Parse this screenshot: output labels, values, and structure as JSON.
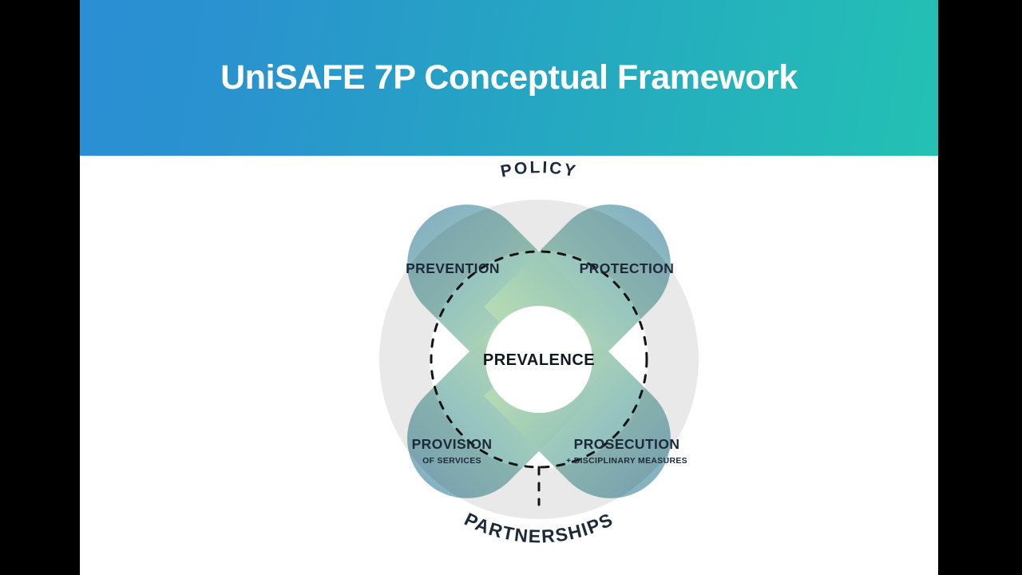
{
  "slide": {
    "background_color": "#000000",
    "content_background": "#ffffff"
  },
  "header": {
    "title": "UniSAFE 7P Conceptual Framework",
    "gradient_start": "#2b8fd4",
    "gradient_end": "#24c1b3",
    "text_color": "#ffffff"
  },
  "diagram": {
    "name": "UniSAFE 7P Conceptual Framework diagram",
    "type": "four-petal radial framework",
    "ring_color": "#e9e9e9",
    "petal_outer_color": "#7ba9c0",
    "petal_inner_color": "#b4d9b1",
    "petal_overlap_color": "#6f9cc0",
    "label_color": "#1b2a3a",
    "dashed_stroke_color": "#111111",
    "center": {
      "label": "PREVALENCE",
      "circle_color": "#ffffff"
    },
    "petals": [
      {
        "id": "prevention",
        "label": "PREVENTION",
        "sublabel": "",
        "position": "top-left"
      },
      {
        "id": "protection",
        "label": "PROTECTION",
        "sublabel": "",
        "position": "top-right"
      },
      {
        "id": "provision",
        "label": "PROVISION",
        "sublabel": "OF SERVICES",
        "position": "bottom-left"
      },
      {
        "id": "prosecution",
        "label": "PROSECUTION",
        "sublabel": "+ DISCIPLINARY MEASURES",
        "position": "bottom-right"
      }
    ],
    "arc_labels": [
      {
        "id": "policy",
        "label": "POLICY",
        "position": "top-arc"
      },
      {
        "id": "partnerships",
        "label": "PARTNERSHIPS",
        "position": "bottom-arc"
      }
    ]
  }
}
